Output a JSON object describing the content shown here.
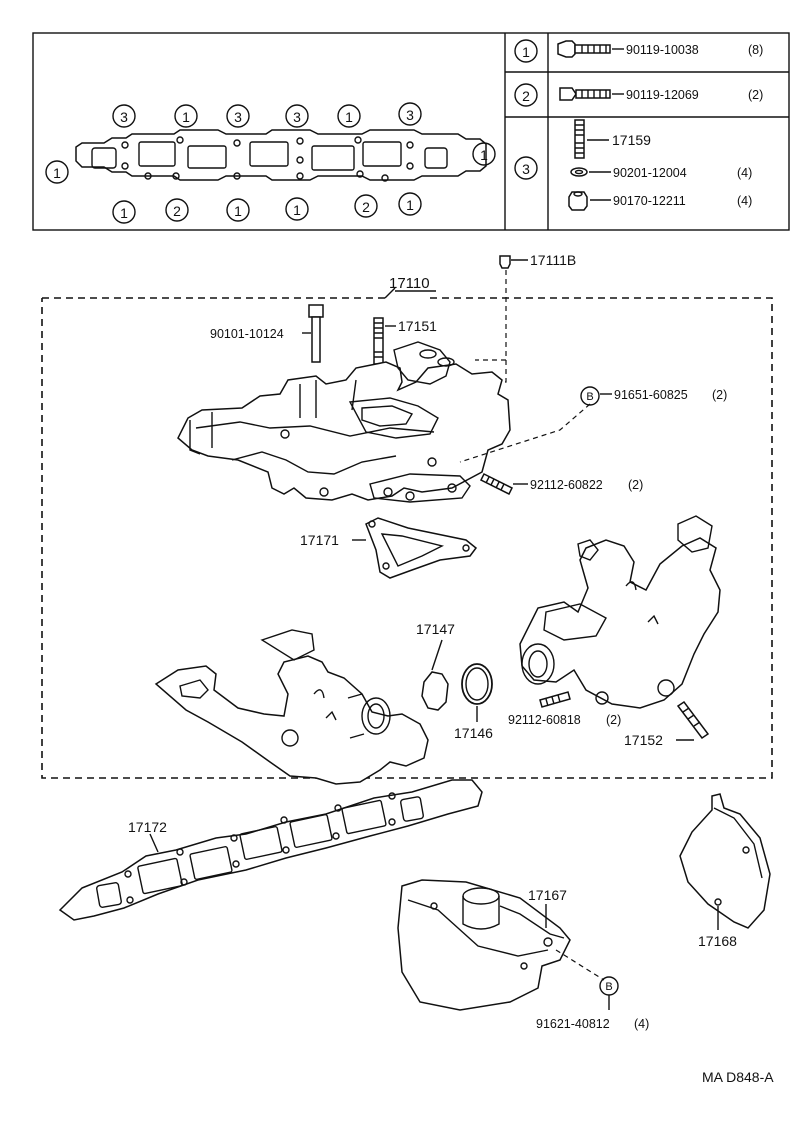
{
  "legend": {
    "rows": [
      {
        "marker": "1",
        "parts": [
          {
            "number": "90119-10038",
            "qty": "(8)"
          }
        ]
      },
      {
        "marker": "2",
        "parts": [
          {
            "number": "90119-12069",
            "qty": "(2)"
          }
        ]
      },
      {
        "marker": "3",
        "parts": [
          {
            "number": "17159",
            "qty": ""
          },
          {
            "number": "90201-12004",
            "qty": "(4)"
          },
          {
            "number": "90170-12211",
            "qty": "(4)"
          }
        ]
      }
    ],
    "gasket_markers": {
      "top": [
        "3",
        "1",
        "3",
        "3",
        "1",
        "3"
      ],
      "left": "1",
      "right": "1",
      "bottom": [
        "1",
        "2",
        "1",
        "1",
        "2",
        "1"
      ]
    }
  },
  "callouts": {
    "p17111B": "17111B",
    "p17110": "17110",
    "p90101": "90101-10124",
    "p17151": "17151",
    "p91651": "91651-60825",
    "p91651_qty": "(2)",
    "p92112a": "92112-60822",
    "p92112a_qty": "(2)",
    "p17171": "17171",
    "p17147": "17147",
    "p17146": "17146",
    "p92112b": "92112-60818",
    "p92112b_qty": "(2)",
    "p17152": "17152",
    "p17172": "17172",
    "p17167": "17167",
    "p17168": "17168",
    "p91621": "91621-40812",
    "p91621_qty": "(4)",
    "marker_b": "B"
  },
  "footer": {
    "code": "MA  D848-A"
  }
}
